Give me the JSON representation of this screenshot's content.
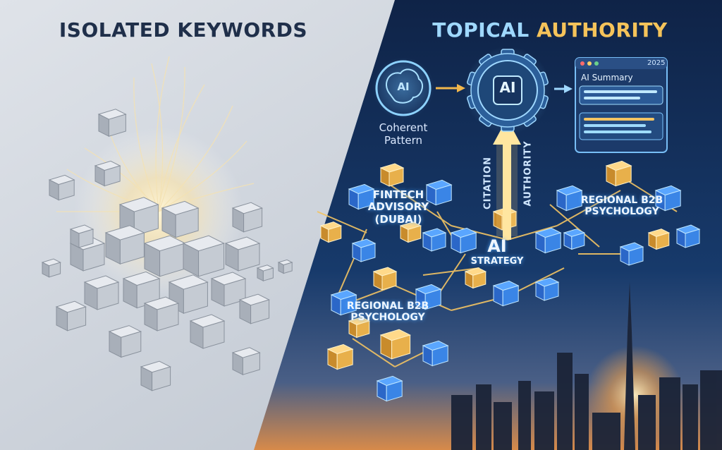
{
  "left_panel": {
    "title": "ISOLATED KEYWORDS"
  },
  "right_panel": {
    "title_part1": "TOPICAL",
    "title_part2": "AUTHORITY",
    "brain_chip": "AI",
    "gear_chip": "AI",
    "brain_caption_line1": "Coherent",
    "brain_caption_line2": "Pattern",
    "summary_window": {
      "year": "2025",
      "heading": "AI Summary"
    },
    "arrow_label_left": "CITATION",
    "arrow_label_right": "AUTHORITY",
    "clusters": {
      "fintech_line1": "FINTECH",
      "fintech_line2": "ADVISORY",
      "fintech_line3": "(DUBAI)",
      "regional_top_line1": "REGIONAL B2B",
      "regional_top_line2": "PSYCHOLOGY",
      "ai_strategy_line1": "AI",
      "ai_strategy_line2": "STRATEGY",
      "regional_bottom_line1": "REGIONAL B2B",
      "regional_bottom_line2": "PSYCHOLOGY"
    }
  },
  "colors": {
    "left_bg": "#cfd5dd",
    "right_bg": "#12294f",
    "cube_blue": "#3f8cf0",
    "cube_gold": "#e8b04b",
    "accent_glow": "#ffd27a"
  }
}
